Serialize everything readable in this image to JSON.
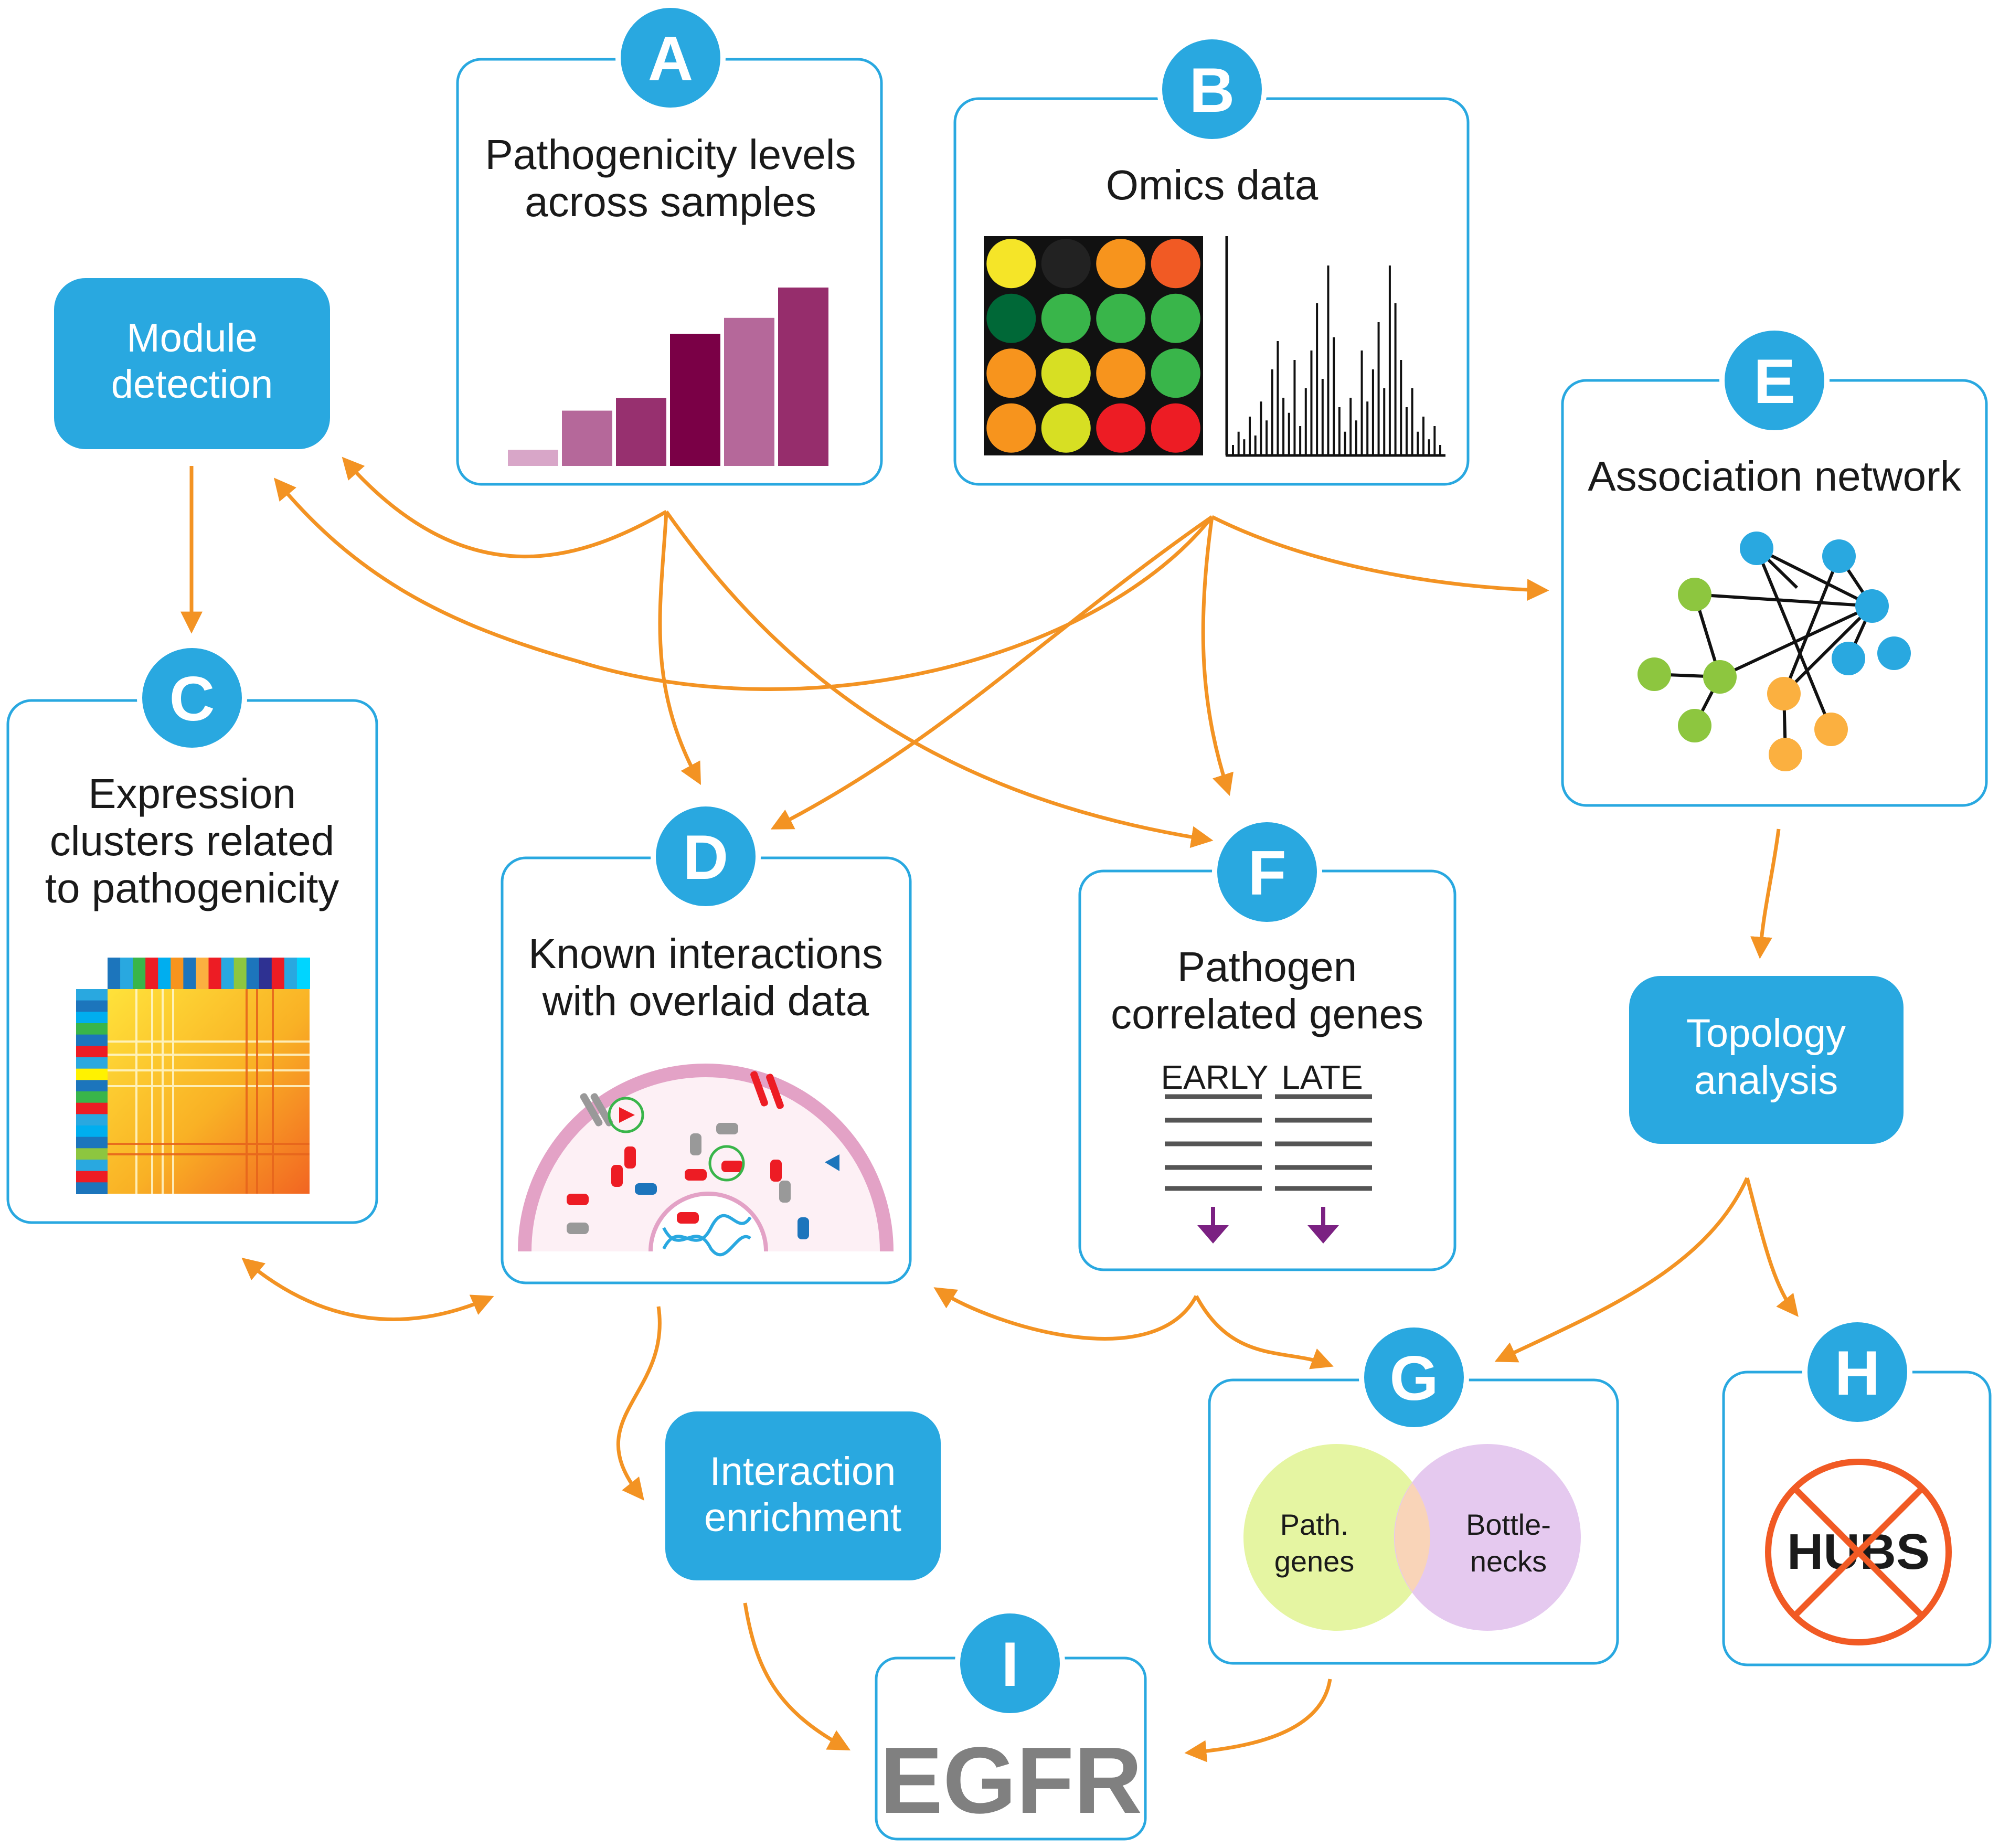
{
  "panels": {
    "A": {
      "badge": "A",
      "title_line1": "Pathogenicity levels",
      "title_line2": "across samples"
    },
    "B": {
      "badge": "B",
      "title": "Omics data"
    },
    "C": {
      "badge": "C",
      "title_line1": "Expression",
      "title_line2": "clusters related",
      "title_line3": "to pathogenicity"
    },
    "D": {
      "badge": "D",
      "title_line1": "Known interactions",
      "title_line2": "with overlaid data"
    },
    "E": {
      "badge": "E",
      "title": "Association network"
    },
    "F": {
      "badge": "F",
      "title_line1": "Pathogen",
      "title_line2": "correlated genes",
      "early": "EARLY",
      "late": "LATE"
    },
    "G": {
      "badge": "G",
      "left_line1": "Path.",
      "left_line2": "genes",
      "right_line1": "Bottle-",
      "right_line2": "necks"
    },
    "H": {
      "badge": "H",
      "label": "HUBS"
    },
    "I": {
      "badge": "I",
      "label": "EGFR"
    }
  },
  "steps": {
    "module_line1": "Module",
    "module_line2": "detection",
    "topology_line1": "Topology",
    "topology_line2": "analysis",
    "interaction_line1": "Interaction",
    "interaction_line2": "enrichment"
  },
  "pathogenicity_bars": [
    0.09,
    0.31,
    0.38,
    0.74,
    0.83,
    1.0
  ],
  "omics_grid": [
    [
      "yellow",
      "black",
      "orange",
      "red-orange"
    ],
    [
      "dark-green",
      "green",
      "green",
      "green"
    ],
    [
      "orange",
      "yellow-green",
      "orange",
      "green"
    ],
    [
      "orange",
      "yellow-green",
      "red",
      "red"
    ]
  ],
  "colors": {
    "accent_blue": "#29a8e0",
    "arrow_orange": "#f39323",
    "yellow": "#f5e528",
    "black": "#222222",
    "orange": "#f7941d",
    "red-orange": "#f15a24",
    "dark-green": "#006837",
    "green": "#39b54a",
    "yellow-green": "#d7df23",
    "red": "#ed1c24"
  }
}
